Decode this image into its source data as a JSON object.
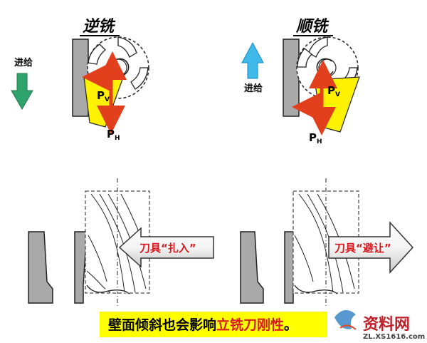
{
  "panels": {
    "left": {
      "title": "逆铣",
      "feed_label": "进给",
      "feed_direction": "down",
      "feed_arrow_color": "#2fa36b",
      "force_v": "P",
      "force_v_sub": "V",
      "force_h": "P",
      "force_h_sub": "H"
    },
    "right": {
      "title": "顺铣",
      "feed_label": "进给",
      "feed_direction": "up",
      "feed_arrow_color": "#3fb8ea",
      "force_v": "P",
      "force_v_sub": "V",
      "force_h": "P",
      "force_h_sub": "H"
    }
  },
  "bottom": {
    "left_arrow_text": "刀具“扎入”",
    "right_arrow_text": "刀具“避让”"
  },
  "caption": {
    "black_part": "壁面倾斜也会影响",
    "red_part": "立铣刀刚性",
    "end_mark": "。",
    "background_color": "#ffff00"
  },
  "watermark": {
    "brand": "资料网",
    "url": "ZL.XS1616.com"
  },
  "colors": {
    "force_arrow": "#e2401c",
    "insert_fill": "#fff200",
    "wall_gray": "#a9a9a9",
    "accent_red": "#d8191f"
  }
}
